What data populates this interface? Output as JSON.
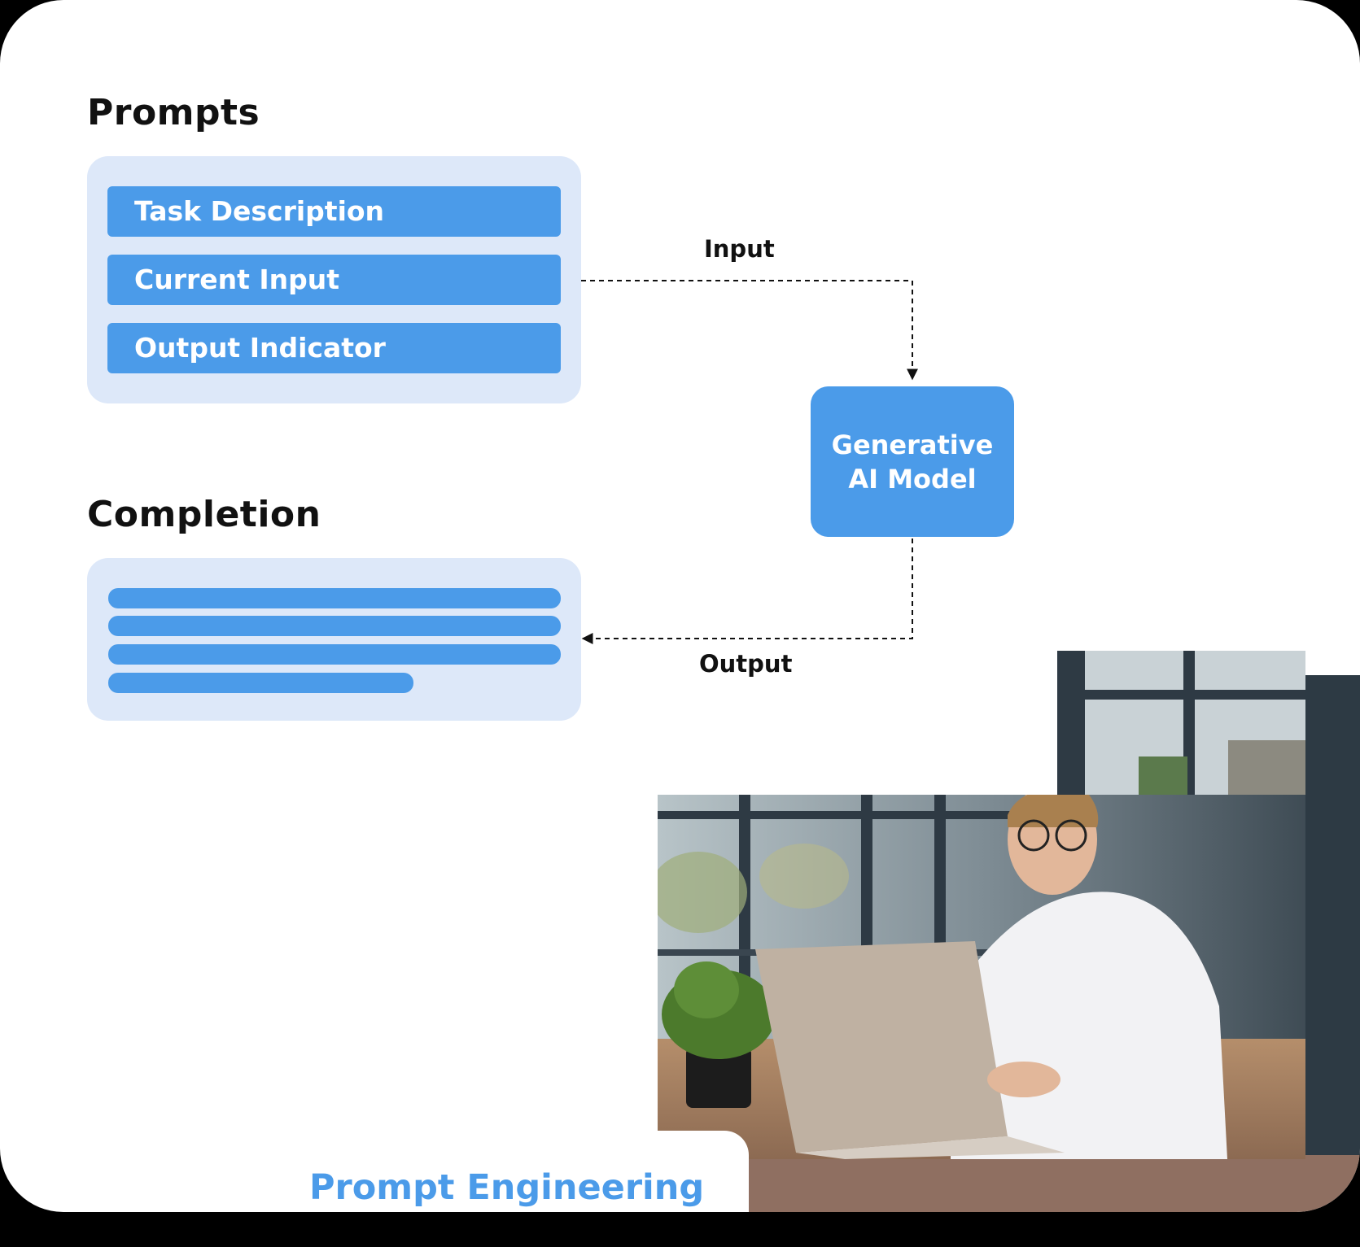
{
  "prompts": {
    "heading": "Prompts",
    "items": [
      {
        "label": "Task Description"
      },
      {
        "label": "Current Input"
      },
      {
        "label": "Output Indicator"
      }
    ]
  },
  "completion": {
    "heading": "Completion",
    "line_count": 4
  },
  "model": {
    "line1": "Generative",
    "line2": "AI Model"
  },
  "flow": {
    "input_label": "Input",
    "output_label": "Output"
  },
  "caption": "Prompt Engineering",
  "photo": {
    "subject": "man-with-glasses-typing-on-laptop"
  },
  "colors": {
    "accent": "#4b9be9",
    "panel": "#dde8f9",
    "text": "#111111",
    "background": "#ffffff"
  }
}
